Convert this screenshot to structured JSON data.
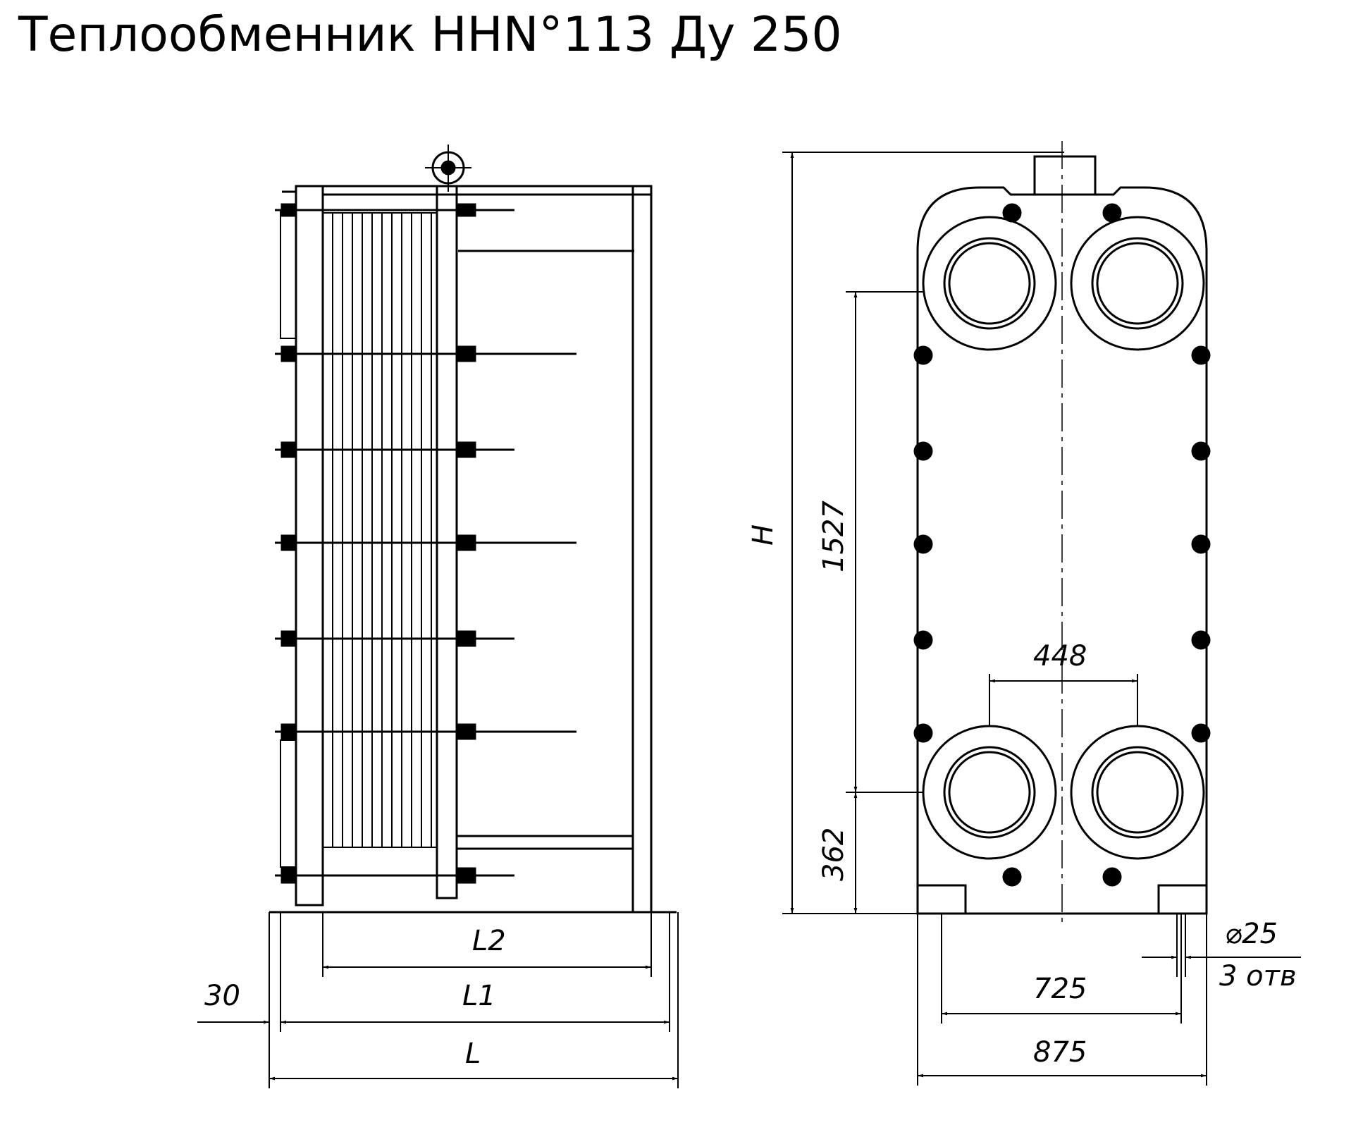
{
  "title": "Теплообменник ННN°113 Ду 250",
  "side_view": {
    "dims": {
      "l2": "L2",
      "l1": "L1",
      "l": "L",
      "offset_30": "30"
    }
  },
  "front_view": {
    "dims": {
      "h": "H",
      "v_1527": "1527",
      "v_362": "362",
      "h_448": "448",
      "h_725": "725",
      "h_875": "875",
      "hole_dia": "⌀25",
      "hole_count": "3 отв"
    }
  },
  "colors": {
    "line": "#000000",
    "background": "#ffffff"
  }
}
